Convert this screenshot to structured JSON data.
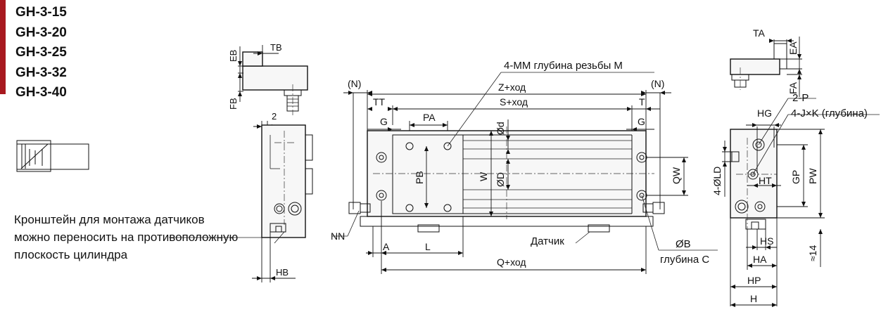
{
  "models": [
    "GH-3-15",
    "GH-3-20",
    "GH-3-25",
    "GH-3-32",
    "GH-3-40"
  ],
  "note_lines": [
    "Кронштейн для монтажа датчиков",
    "можно переносить на противоположную",
    "плоскость цилиндра"
  ],
  "labels": {
    "tb": "TB",
    "eb": "EB",
    "fb": "FB",
    "two": "2",
    "hb": "HB",
    "mm": "4-MM глубина резьбы M",
    "n_left": "(N)",
    "n_right": "(N)",
    "z": "Z+ход",
    "s": "S+ход",
    "tt": "TT",
    "t": "T",
    "g_left": "G",
    "g_right": "G",
    "pa": "PA",
    "pb": "PB",
    "w": "W",
    "d_small": "Ød",
    "d_big": "ØD",
    "qw": "QW",
    "nn": "NN",
    "a": "A",
    "l": "L",
    "q": "Q+ход",
    "sensor": "Датчик",
    "b": "ØB",
    "c": "глубина C",
    "ta": "TA",
    "ea": "EA",
    "fa": "FA",
    "p": "2-P",
    "jk": "4-J×K (глубина)",
    "hg": "HG",
    "ld": "4-ØLD",
    "ht": "HT",
    "gp": "GP",
    "pw": "PW",
    "hs": "HS",
    "ha": "HA",
    "hp": "HP",
    "h": "H",
    "fourteen": "≈14"
  }
}
